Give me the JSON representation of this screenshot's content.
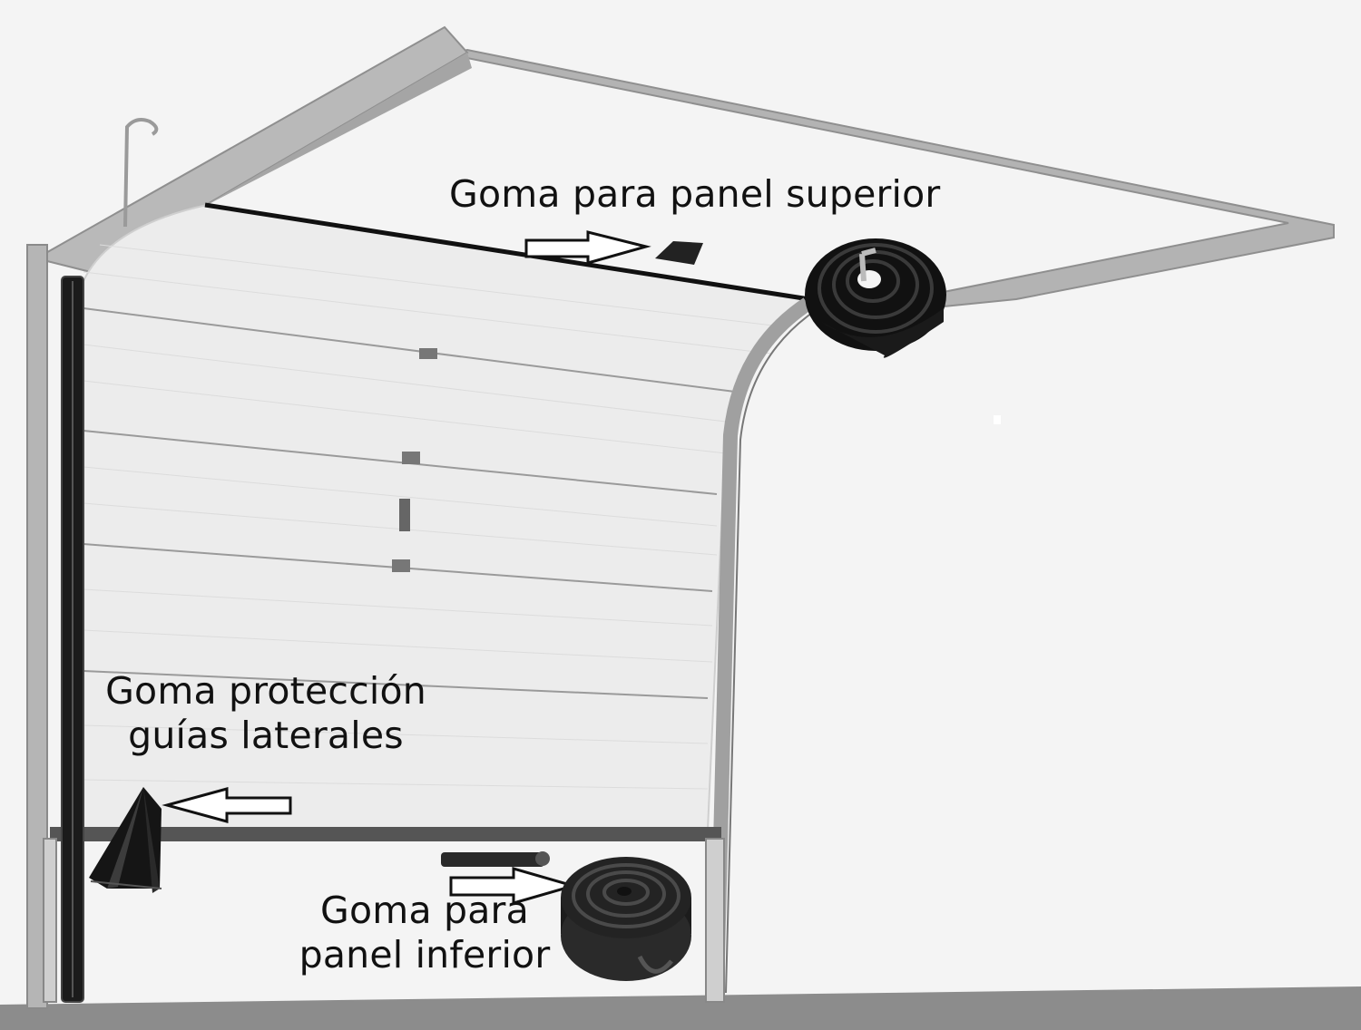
{
  "labels": {
    "top_seal": "Goma para panel superior",
    "side_seal_line1": "Goma protección",
    "side_seal_line2": "guías laterales",
    "bottom_seal_line1": "Goma para",
    "bottom_seal_line2": "panel inferior"
  },
  "colors": {
    "background": "#f4f4f4",
    "floor": "#8a8a8a",
    "rail": "#a8a8a8",
    "door_panel": "#ececec",
    "rubber": "#111111",
    "text": "#111111"
  },
  "icons": {
    "top_seal": "rubber-roll-icon",
    "side_seal": "rubber-profile-icon",
    "bottom_seal": "rubber-roll-icon"
  }
}
